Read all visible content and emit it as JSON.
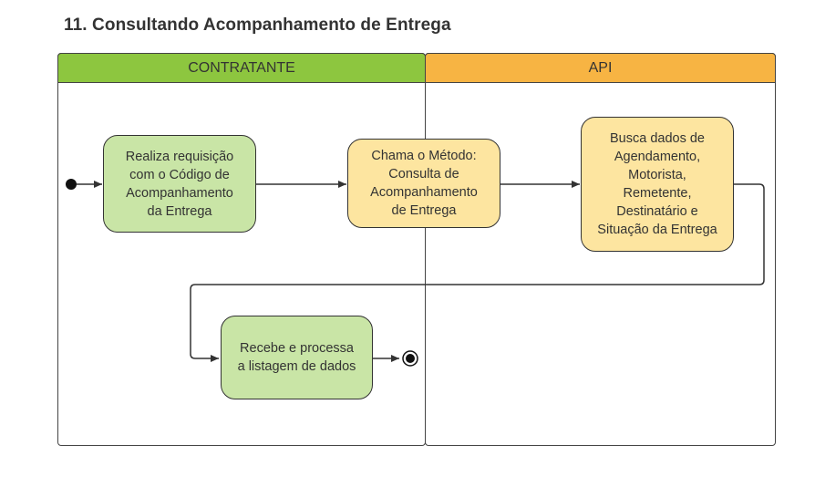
{
  "title": "11. Consultando Acompanhamento de Entrega",
  "lanes": [
    {
      "label": "CONTRATANTE",
      "color": "#8dc63f"
    },
    {
      "label": "API",
      "color": "#f7b443"
    }
  ],
  "nodes": {
    "request": "Realiza requisição\ncom o Código de\nAcompanhamento\nda Entrega",
    "call": "Chama o Método:\nConsulta de\nAcompanhamento\nde Entrega",
    "fetch": "Busca dados de\nAgendamento,\nMotorista,\nRemetente,\nDestinatário e\nSituação da Entrega",
    "receive": "Recebe e processa\na listagem de dados"
  },
  "colors": {
    "contratante_node": "#c9e5a6",
    "api_node": "#fde5a0",
    "line": "#333333"
  }
}
